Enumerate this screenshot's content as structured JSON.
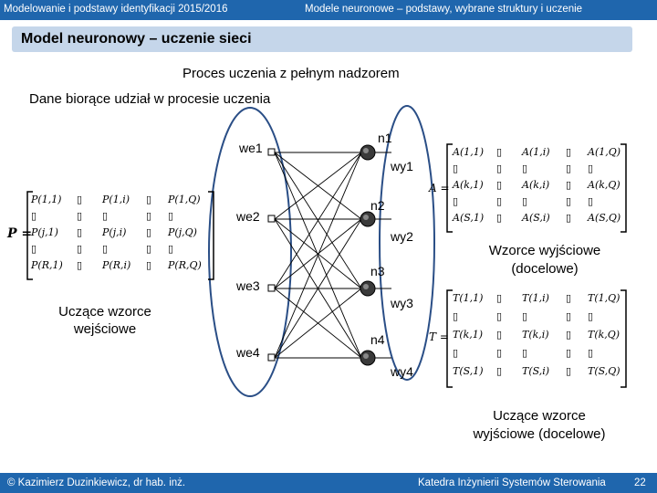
{
  "header": {
    "left": "Modelowanie i podstawy identyfikacji 2015/2016",
    "right": "Modele neuronowe – podstawy, wybrane struktury i uczenie"
  },
  "slide": {
    "title": "Model neuronowy – uczenie sieci",
    "subtitle": "Proces uczenia z pełnym nadzorem",
    "intro": "Dane biorące udział w procesie uczenia"
  },
  "network": {
    "inputs": [
      "we1",
      "we2",
      "we3",
      "we4"
    ],
    "neurons": [
      "n1",
      "n2",
      "n3",
      "n4"
    ],
    "outputs": [
      "wy1",
      "wy2",
      "wy3",
      "wy4"
    ]
  },
  "matrix_P": {
    "symbol": "P =",
    "rows": [
      [
        "P(1,1)",
        "▯",
        "P(1,i)",
        "▯",
        "P(1,Q)"
      ],
      [
        "▯",
        "▯",
        "▯",
        "▯",
        "▯"
      ],
      [
        "P(j,1)",
        "▯",
        "P(j,i)",
        "▯",
        "P(j,Q)"
      ],
      [
        "▯",
        "▯",
        "▯",
        "▯",
        "▯"
      ],
      [
        "P(R,1)",
        "▯",
        "P(R,i)",
        "▯",
        "P(R,Q)"
      ]
    ]
  },
  "matrix_A": {
    "symbol": "A =",
    "rows": [
      [
        "A(1,1)",
        "▯",
        "A(1,i)",
        "▯",
        "A(1,Q)"
      ],
      [
        "▯",
        "▯",
        "▯",
        "▯",
        "▯"
      ],
      [
        "A(k,1)",
        "▯",
        "A(k,i)",
        "▯",
        "A(k,Q)"
      ],
      [
        "▯",
        "▯",
        "▯",
        "▯",
        "▯"
      ],
      [
        "A(S,1)",
        "▯",
        "A(S,i)",
        "▯",
        "A(S,Q)"
      ]
    ]
  },
  "matrix_T": {
    "symbol": "T =",
    "rows": [
      [
        "T(1,1)",
        "▯",
        "T(1,i)",
        "▯",
        "T(1,Q)"
      ],
      [
        "▯",
        "▯",
        "▯",
        "▯",
        "▯"
      ],
      [
        "T(k,1)",
        "▯",
        "T(k,i)",
        "▯",
        "T(k,Q)"
      ],
      [
        "▯",
        "▯",
        "▯",
        "▯",
        "▯"
      ],
      [
        "T(S,1)",
        "▯",
        "T(S,i)",
        "▯",
        "T(S,Q)"
      ]
    ]
  },
  "captions": {
    "inputs_l1": "Uczące wzorce",
    "inputs_l2": "wejściowe",
    "outputs_l1": "Wzorce wyjściowe",
    "outputs_l2": "(docelowe)",
    "targets_l1": "Uczące wzorce",
    "targets_l2": "wyjściowe (docelowe)"
  },
  "footer": {
    "left": "© Kazimierz Duzinkiewicz, dr hab. inż.",
    "right": "Katedra Inżynierii Systemów Sterowania",
    "page": "22"
  },
  "colors": {
    "bar": "#1f66ad",
    "title_box": "#c5d6ea",
    "ellipse": "#2a4e86"
  }
}
